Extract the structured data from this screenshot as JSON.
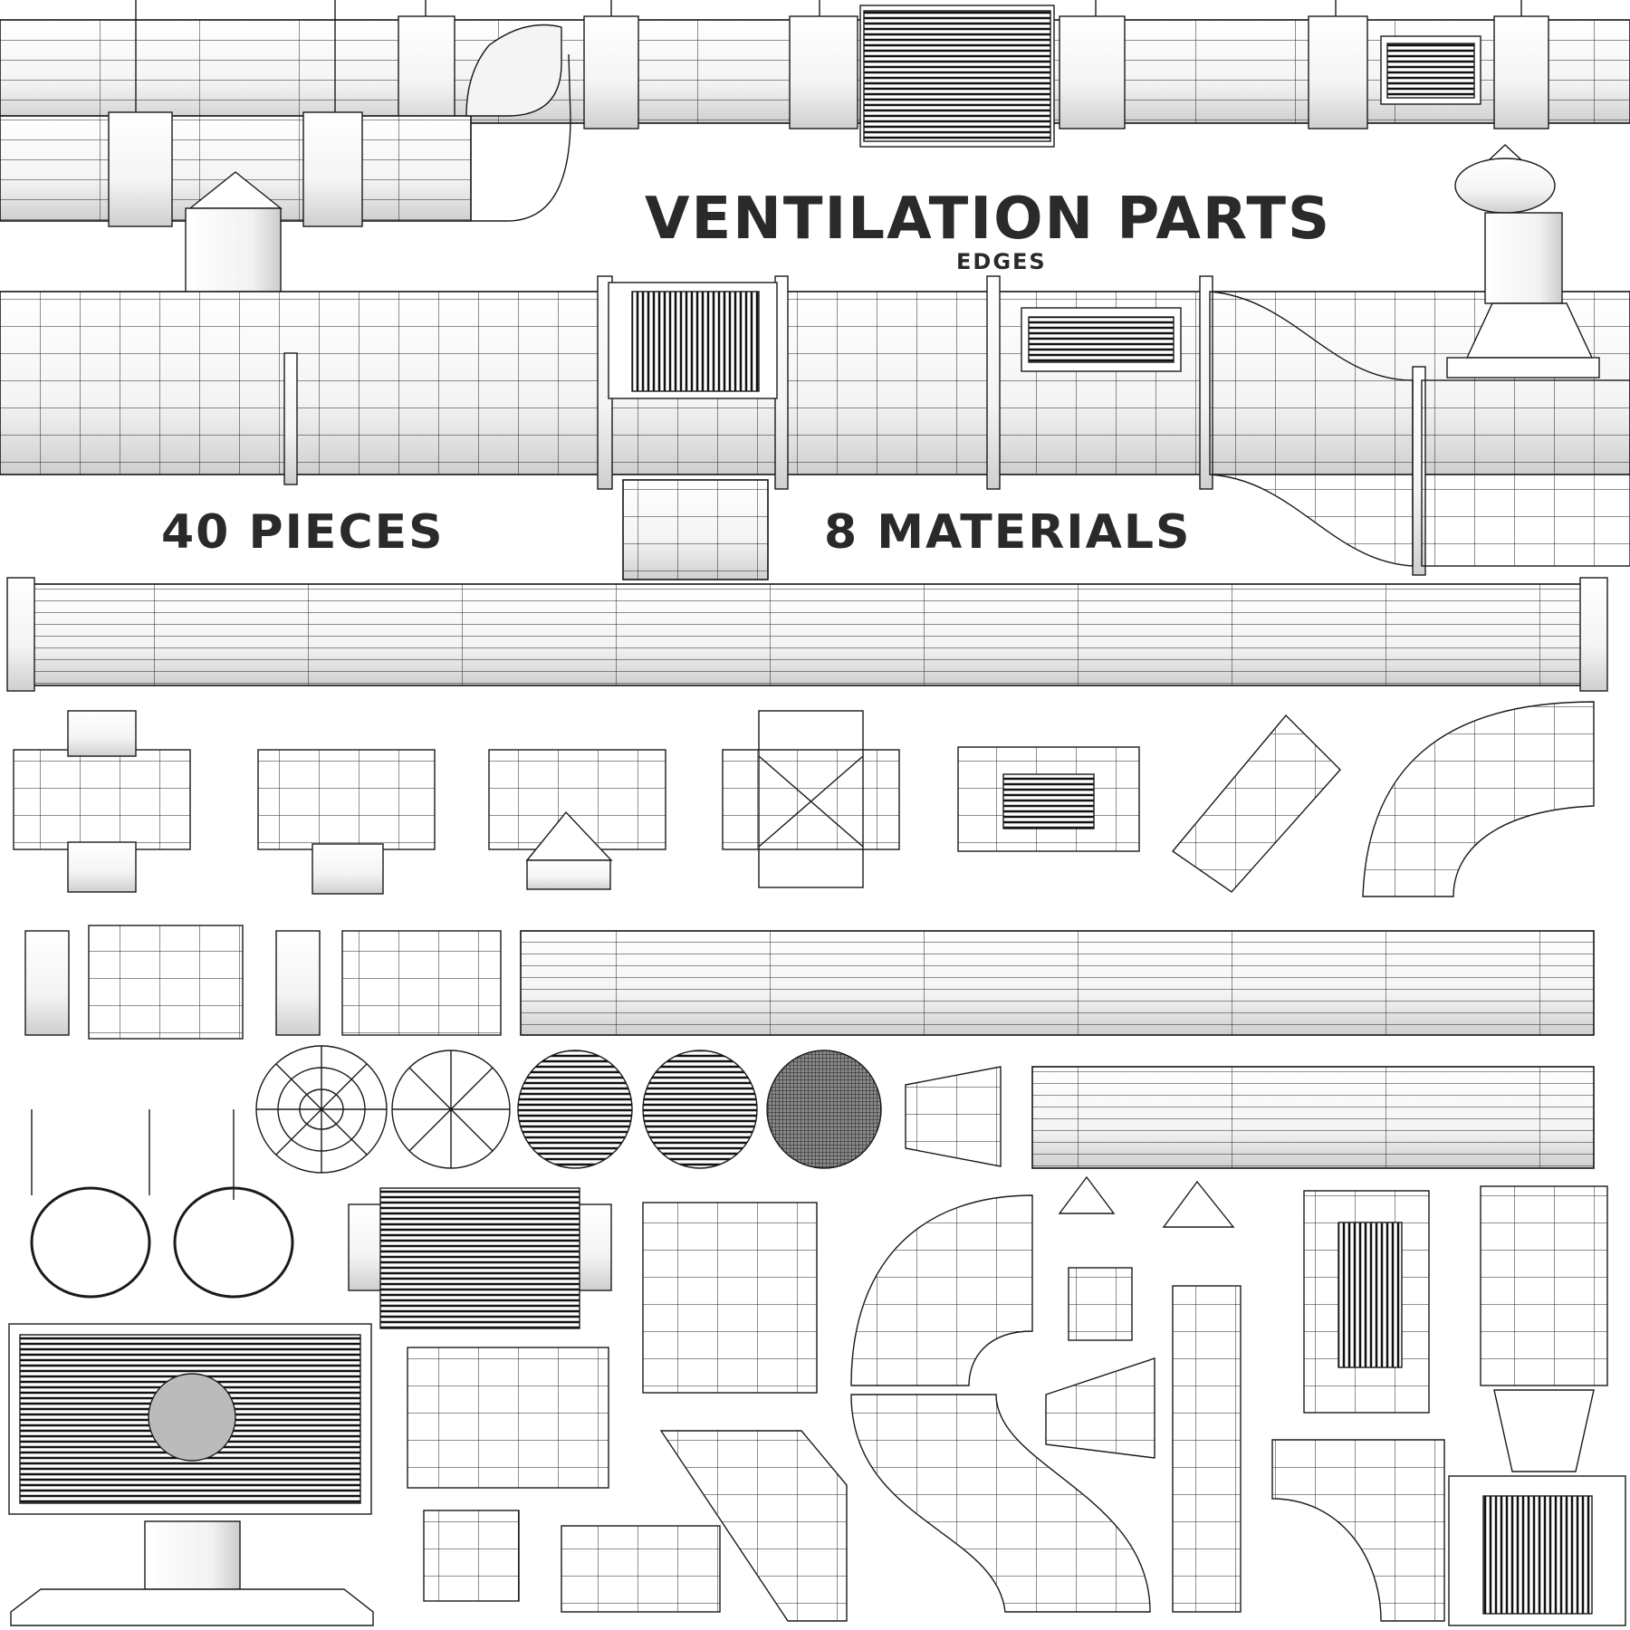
{
  "title": "VENTILATION PARTS",
  "subtitle": "EDGES",
  "stats": {
    "pieces": "40 PIECES",
    "materials": "8 MATERIALS"
  },
  "render_style": "wireframe edges over white shaded models",
  "colors": {
    "background": "#ffffff",
    "text": "#2a2a2a",
    "wire": "#1a1a1a",
    "shade": "#d8d8d8"
  },
  "parts_groups": [
    {
      "name": "assembled-duct-network-round",
      "row": 1
    },
    {
      "name": "assembled-duct-network-rectangular",
      "row": 2
    },
    {
      "name": "long-round-duct",
      "row": 3
    },
    {
      "name": "round-fittings",
      "items": [
        "cross",
        "tee",
        "tee-conical",
        "cross-conical",
        "grille-section",
        "elbow-45",
        "elbow-90"
      ]
    },
    {
      "name": "couplings-and-straight-ducts",
      "items": [
        "coupling-short",
        "duct-short",
        "coupling-short-2",
        "duct-medium",
        "duct-long"
      ]
    },
    {
      "name": "round-diffusers",
      "items": [
        "diffuser-concentric",
        "diffuser-radial",
        "grille-louvre-wide",
        "grille-louvre-narrow",
        "grille-mesh"
      ]
    },
    {
      "name": "reducer-and-duct",
      "items": [
        "reducer",
        "duct-long-2"
      ]
    },
    {
      "name": "hangers",
      "items": [
        "hanger-ring-1",
        "hanger-ring-2"
      ]
    },
    {
      "name": "rectangular-parts",
      "items": [
        "ceiling-diffuser-square",
        "silencer",
        "rect-duct",
        "rect-duct-2",
        "rect-elbow",
        "offset-duct",
        "roof-caps",
        "rect-grille-section",
        "rect-elbow-2",
        "transition-unit"
      ]
    }
  ]
}
